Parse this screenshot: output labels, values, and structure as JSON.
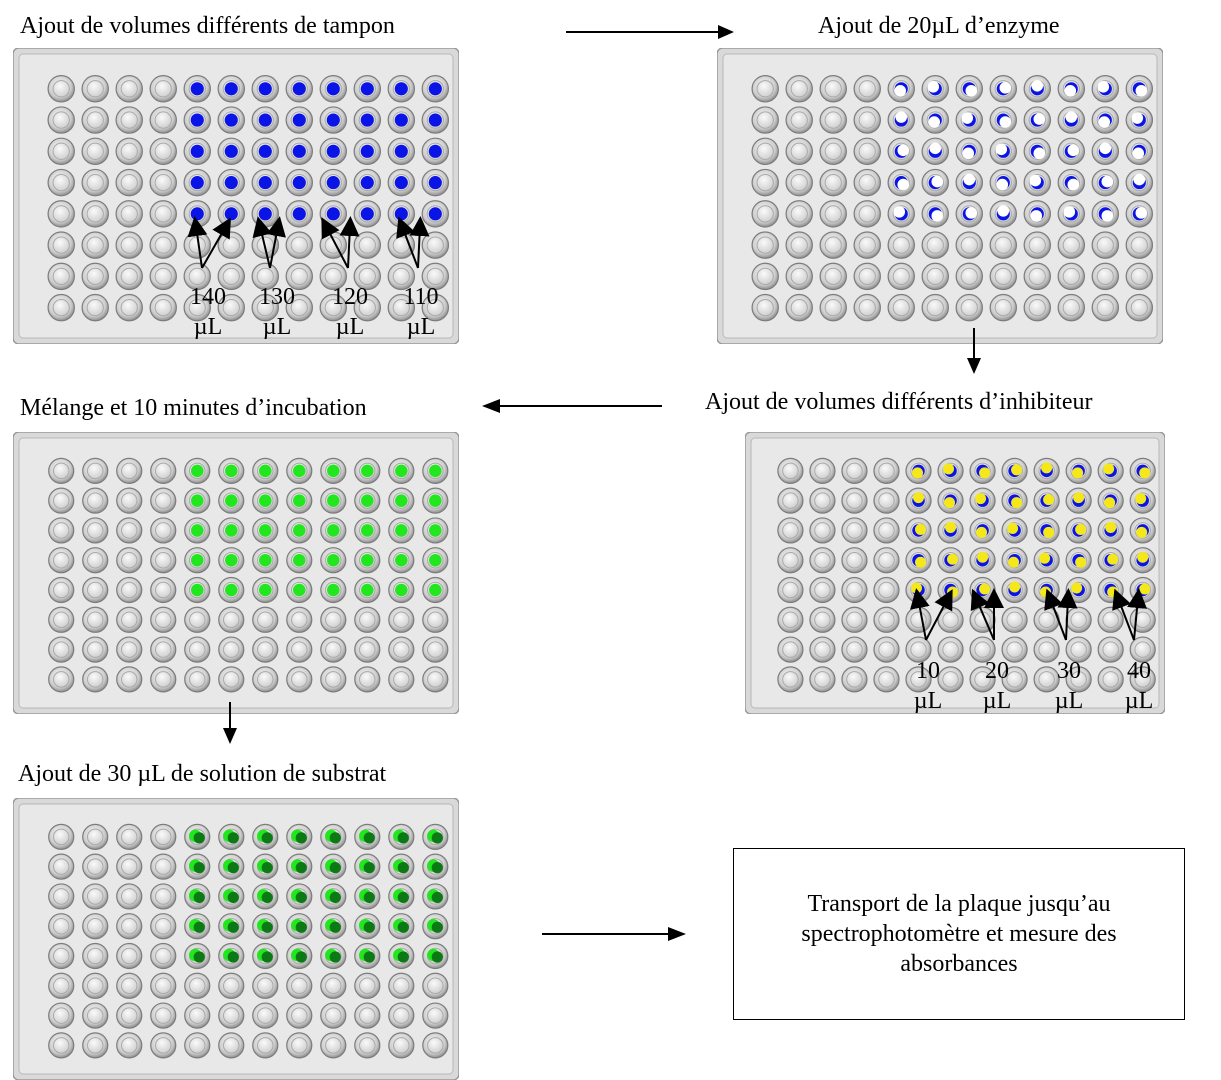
{
  "steps": {
    "buffer": "Ajout de volumes différents de tampon",
    "enzyme": "Ajout de 20µL d’enzyme",
    "inhibitor": "Ajout de volumes différents d’inhibiteur",
    "incubation": "Mélange et 10 minutes d’incubation",
    "substrate": "Ajout de 30 µL de solution de substrat"
  },
  "buffer_volumes": [
    {
      "value": "140",
      "unit": "µL"
    },
    {
      "value": "130",
      "unit": "µL"
    },
    {
      "value": "120",
      "unit": "µL"
    },
    {
      "value": "110",
      "unit": "µL"
    }
  ],
  "inhibitor_volumes": [
    {
      "value": "10",
      "unit": "µL"
    },
    {
      "value": "20",
      "unit": "µL"
    },
    {
      "value": "30",
      "unit": "µL"
    },
    {
      "value": "40",
      "unit": "µL"
    }
  ],
  "final_box": "Transport de la plaque jusqu’au spectrophotomètre et mesure des absorbances",
  "colors": {
    "buffer": "#0a14e6",
    "enzyme_white": "#ffffff",
    "inhibitor": "#f5e81a",
    "mix_green": "#22e61e",
    "dark_green": "#0c7a14"
  },
  "plate_layout": {
    "rows": 8,
    "columns": 12,
    "filled_rows": 5,
    "filled_columns": 8
  }
}
